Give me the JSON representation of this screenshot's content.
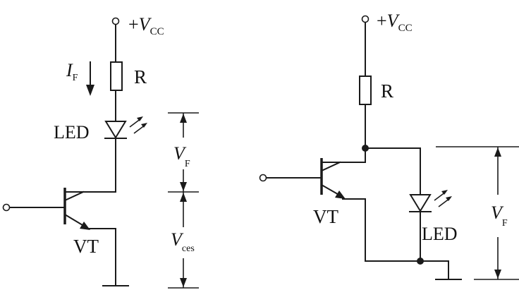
{
  "left_circuit": {
    "supply": {
      "sign": "+",
      "v": "V",
      "sub": "CC"
    },
    "current": {
      "v": "I",
      "sub": "F"
    },
    "resistor": "R",
    "led": "LED",
    "transistor": "VT",
    "forward_voltage": {
      "v": "V",
      "sub": "F"
    },
    "saturation_voltage": {
      "v": "V",
      "sub": "ces"
    }
  },
  "right_circuit": {
    "supply": {
      "sign": "+",
      "v": "V",
      "sub": "CC"
    },
    "resistor": "R",
    "transistor": "VT",
    "led": "LED",
    "forward_voltage": {
      "v": "V",
      "sub": "F"
    }
  }
}
